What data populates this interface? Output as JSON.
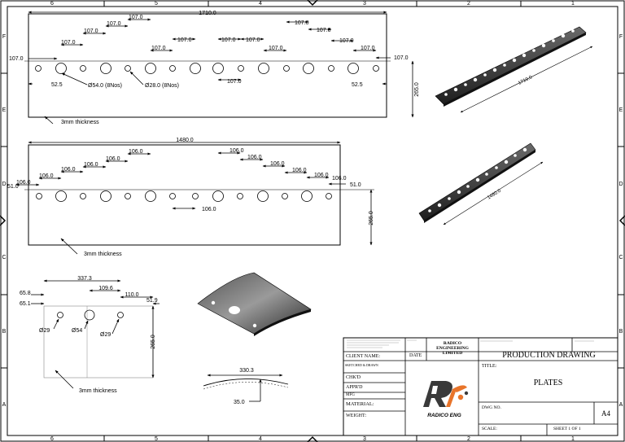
{
  "frame": {
    "columns": [
      "6",
      "5",
      "4",
      "3",
      "2",
      "1"
    ],
    "rows": [
      "F",
      "E",
      "D",
      "C",
      "B",
      "A"
    ]
  },
  "plate1": {
    "overall_length": "1710.0",
    "pitch": "107.0",
    "end_offset": "52.5",
    "height": "265.0",
    "hole_large": "Ø54.0 (8Nos)",
    "hole_small": "Ø28.0 (8Nos)",
    "thickness_note": "3mm thickness",
    "iso_length": "1710.0"
  },
  "plate2": {
    "overall_length": "1480.0",
    "pitch": "106.0",
    "end_offset": "51.0",
    "height": "265.0",
    "thickness_note": "3mm thickness",
    "iso_length": "1480.0"
  },
  "plate3": {
    "dims": {
      "d337": "337.3",
      "d109": "109.6",
      "d110": "110.0",
      "d65_8": "65.8",
      "d65_1": "65.1",
      "d51_9": "51.9",
      "height": "265.0",
      "arc": "330.3",
      "rise": "35.0"
    },
    "holes": {
      "left": "Ø29",
      "mid": "Ø54",
      "right": "Ø29"
    },
    "thickness_note": "3mm thickness"
  },
  "titleblock": {
    "company": "RADICO ENGINEERING LIMITED",
    "client_name": "CLIENT NAME:",
    "date": "DATE",
    "production": "PRODUCTION DRAWING",
    "sketched": "SKETCHED & DRAWN",
    "chkd": "CHK'D",
    "apprd": "APPR'D",
    "mfg": "MFG",
    "material": "MATERIAL:",
    "weight": "WEIGHT:",
    "title_label": "TITLE:",
    "title_value": "PLATES",
    "dwg_no": "DWG NO.",
    "size": "A4",
    "scale": "SCALE:",
    "sheet": "SHEET 1 OF 1",
    "logo_text": "RADICO ENG"
  },
  "colors": {
    "line": "#000000",
    "brand_orange": "#e8742a",
    "brand_dark": "#3a3a3a"
  }
}
